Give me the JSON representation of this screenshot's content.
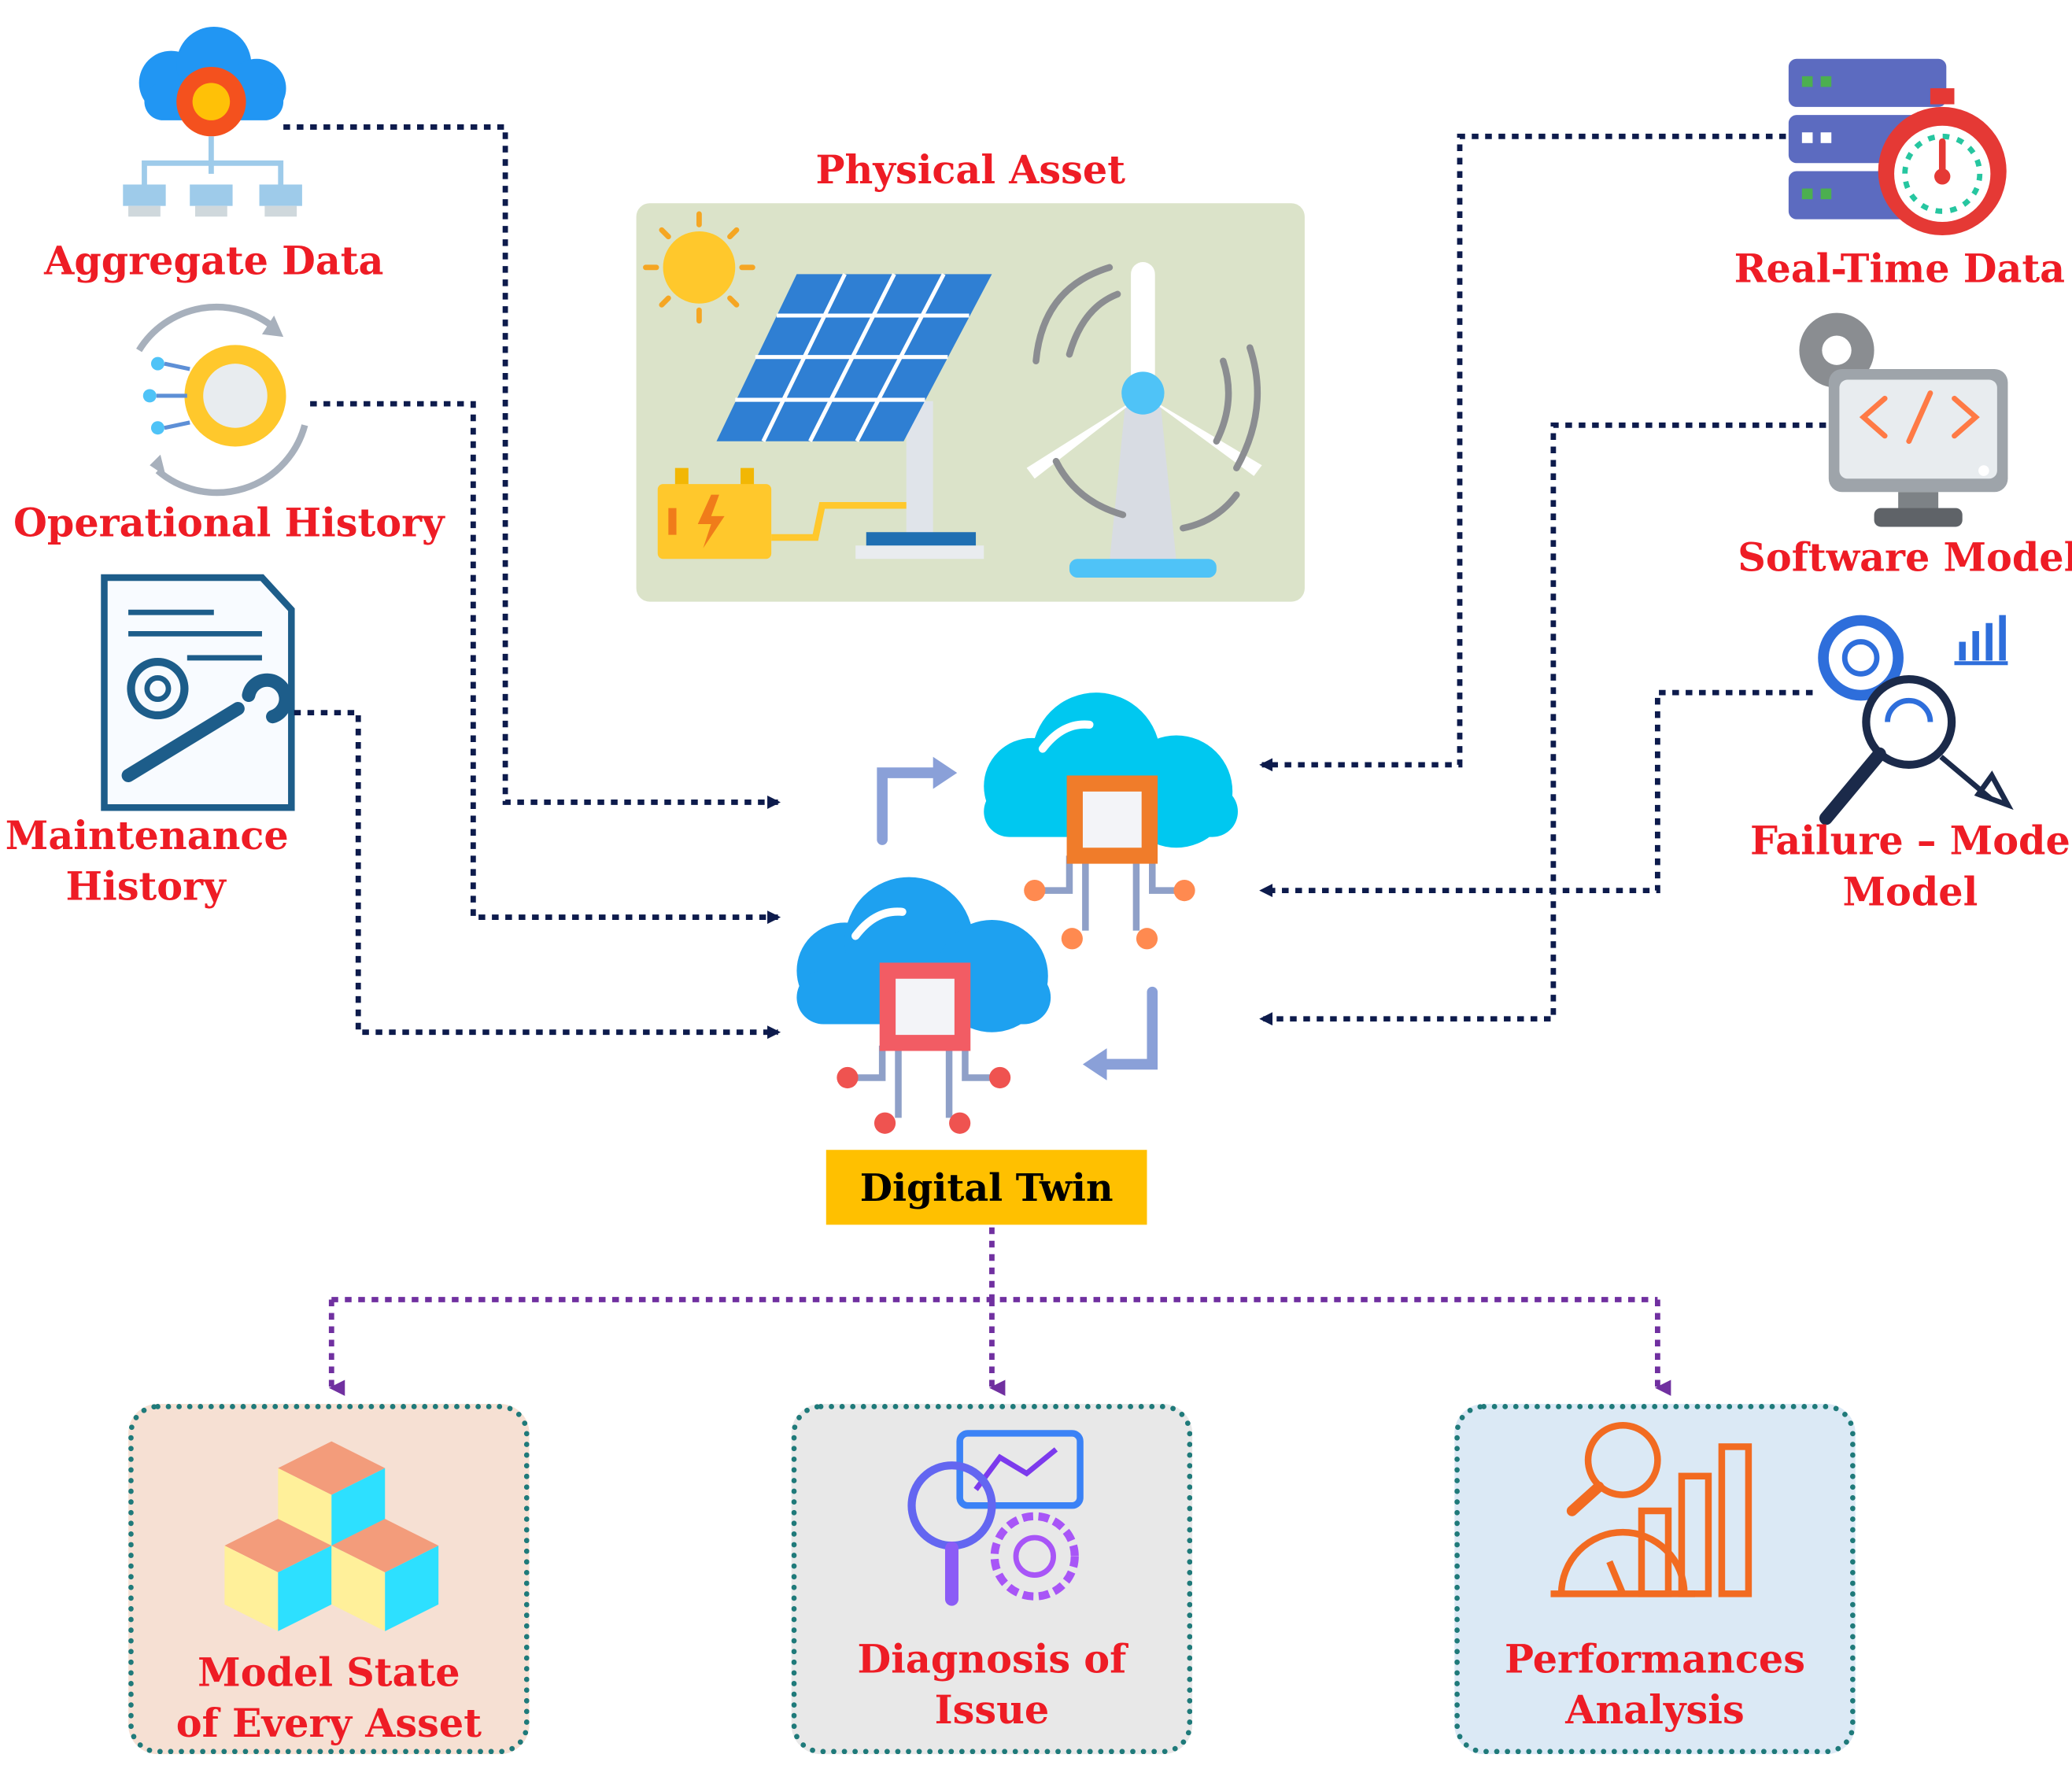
{
  "physical_asset": {
    "title": "Physical Asset"
  },
  "inputs_left": [
    {
      "label": "Aggregate Data"
    },
    {
      "label": "Operational History"
    },
    {
      "label_line1": "Maintenance",
      "label_line2": "History"
    }
  ],
  "inputs_right": [
    {
      "label": "Real-Time Data"
    },
    {
      "label": "Software Model"
    },
    {
      "label_line1": "Failure – Mode",
      "label_line2": "Model"
    }
  ],
  "center": {
    "label": "Digital Twin"
  },
  "outputs": [
    {
      "line1": "Model State",
      "line2": "of Every Asset",
      "bg": "#f6e0d3"
    },
    {
      "line1": "Diagnosis of",
      "line2": "Issue",
      "bg": "#e8e8e8"
    },
    {
      "line1": "Performances",
      "line2": "Analysis",
      "bg": "#dbe9f5"
    }
  ],
  "colors": {
    "label_red": "#ee1c25",
    "connector_navy": "#0d1b4c",
    "connector_purple": "#7030a0",
    "digital_twin_box": "#ffc000"
  }
}
